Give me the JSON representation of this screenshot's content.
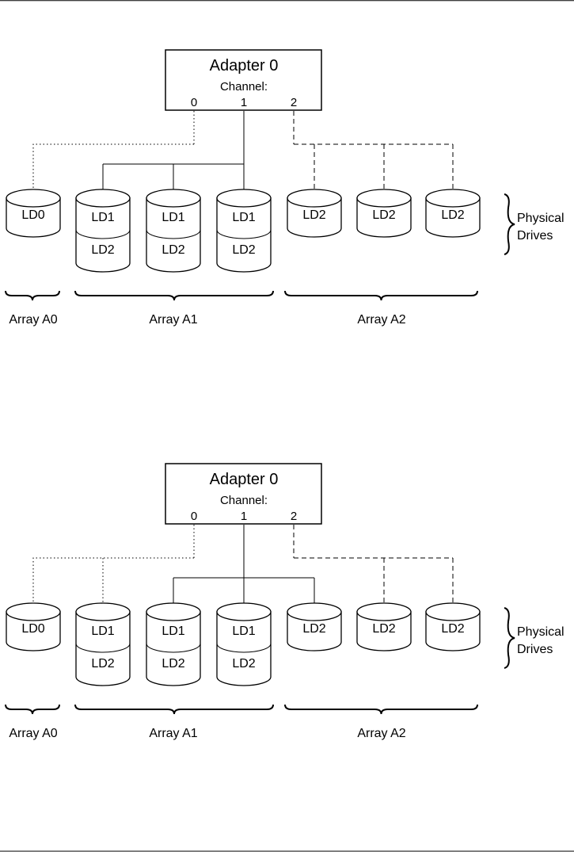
{
  "diagrams": [
    {
      "adapter": {
        "title": "Adapter 0",
        "channel_label": "Channel:",
        "channels": [
          "0",
          "1",
          "2"
        ]
      },
      "drives": [
        {
          "labels": [
            "LD0"
          ],
          "channel": "0"
        },
        {
          "labels": [
            "LD1",
            "LD2"
          ],
          "channel": "1"
        },
        {
          "labels": [
            "LD1",
            "LD2"
          ],
          "channel": "1"
        },
        {
          "labels": [
            "LD1",
            "LD2"
          ],
          "channel": "1"
        },
        {
          "labels": [
            "LD2"
          ],
          "channel": "2"
        },
        {
          "labels": [
            "LD2"
          ],
          "channel": "2"
        },
        {
          "labels": [
            "LD2"
          ],
          "channel": "2"
        }
      ],
      "arrays": [
        "Array A0",
        "Array A1",
        "Array A2"
      ],
      "side_label": [
        "Physical",
        "Drives"
      ]
    },
    {
      "adapter": {
        "title": "Adapter 0",
        "channel_label": "Channel:",
        "channels": [
          "0",
          "1",
          "2"
        ]
      },
      "drives": [
        {
          "labels": [
            "LD0"
          ],
          "channel": "0"
        },
        {
          "labels": [
            "LD1",
            "LD2"
          ],
          "channel": "0"
        },
        {
          "labels": [
            "LD1",
            "LD2"
          ],
          "channel": "1"
        },
        {
          "labels": [
            "LD1",
            "LD2"
          ],
          "channel": "1"
        },
        {
          "labels": [
            "LD2"
          ],
          "channel": "1"
        },
        {
          "labels": [
            "LD2"
          ],
          "channel": "2"
        },
        {
          "labels": [
            "LD2"
          ],
          "channel": "2"
        }
      ],
      "arrays": [
        "Array A0",
        "Array A1",
        "Array A2"
      ],
      "side_label": [
        "Physical",
        "Drives"
      ]
    }
  ]
}
